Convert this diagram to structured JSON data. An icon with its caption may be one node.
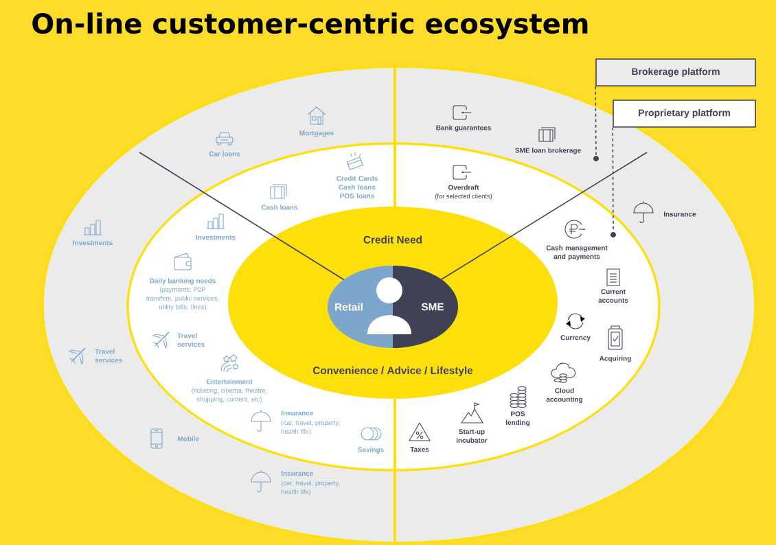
{
  "diagram": {
    "title": "On-line customer-centric ecosystem",
    "nodes": [
      {
        "text": [
          "Brokerage platform"
        ]
      },
      {
        "text": [
          "Proprietary platform"
        ]
      },
      {
        "text": [
          "Credit Need",
          "Convenience / Advice / Lifestyle"
        ]
      },
      {
        "text": [
          "Retail"
        ],
        "in": 2
      },
      {
        "text": [
          "SME"
        ],
        "in": 2
      },
      {
        "text": [],
        "shape": "circle"
      },
      {
        "text": [],
        "shape": "circle"
      }
    ],
    "edges": [
      {
        "from": 0,
        "to": 5,
        "arrow": "none",
        "style": "dashed"
      },
      {
        "from": 1,
        "to": 6,
        "arrow": "none",
        "style": "dashed"
      }
    ],
    "labels": [
      "Car loans",
      "Mortgages",
      "Investments",
      "Travel services",
      "Mobile",
      "Insurance",
      "(car, travel, property, health life)",
      "Credit Cards Cash loans POS loans",
      "Cash loans",
      "Investments",
      "Daily banking needs",
      "(payments, P2P transfers, public services, utility bills, fines)",
      "Travel services",
      "Entertainment",
      "(ticketing, cinema, theatre, shopping, content, etc)",
      "Insurance",
      "(car, travel, property, health life)",
      "Savings",
      "Bank guarantees",
      "SME loan brokerage",
      "Insurance",
      "Overdraft",
      "(for selected clients)",
      "Cash management and payments",
      "Current accounts",
      "Currency",
      "Acquiring",
      "Cloud accounting",
      "POS lending",
      "Start-up incubator",
      "Taxes"
    ]
  }
}
